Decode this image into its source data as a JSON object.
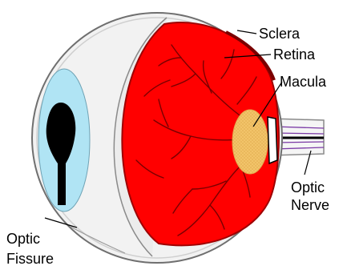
{
  "labels": {
    "sclera": "Sclera",
    "retina": "Retina",
    "macula": "Macula",
    "optic_nerve_line1": "Optic",
    "optic_nerve_line2": "Nerve",
    "optic_fissure_line1": "Optic",
    "optic_fissure_line2": "Fissure"
  },
  "colors": {
    "sclera_fill": "#f2f2f2",
    "sclera_outline": "#7a7a7a",
    "retina_fill": "#ff0000",
    "retina_edge": "#b30000",
    "vessel": "#8b0000",
    "macula": "#f2c46a",
    "iris": "#b0e4f4",
    "pupil": "#000000",
    "optic_nerve": "#7b3aa6"
  },
  "icons": [
    "eyeball-cross-section-illustration"
  ]
}
